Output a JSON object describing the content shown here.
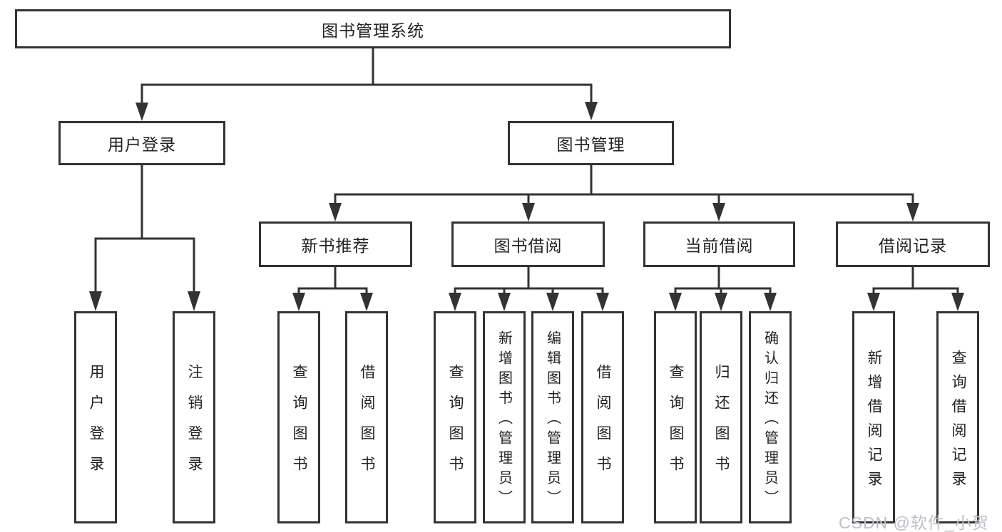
{
  "diagram_title": "图书管理系统",
  "nodes": {
    "root": "图书管理系统",
    "user_login": "用户登录",
    "book_management": "图书管理",
    "new_book_recommend": "新书推荐",
    "book_borrowing": "图书借阅",
    "current_borrowing": "当前借阅",
    "borrowing_records": "借阅记录",
    "leaf_user_login": "用户登录",
    "leaf_logout": "注销登录",
    "recommend_query_books": "查询图书",
    "recommend_borrow_books": "借阅图书",
    "borrowing_query_books": "查询图书",
    "borrowing_add_books": "新增图书（管理员）",
    "borrowing_edit_books": "编辑图书（管理员）",
    "borrowing_borrow_books": "借阅图书",
    "current_query_books": "查询图书",
    "current_return_books": "归还图书",
    "current_confirm_return": "确认归还（管理员）",
    "records_add_record": "新增借阅记录",
    "records_query_record": "查询借阅记录"
  },
  "watermark": "CSDN @软件_小贺同学",
  "colors": {
    "line": "#333333",
    "box_border": "#333333",
    "box_background": "#ffffff",
    "text": "#222222",
    "watermark": "#bdc0c6",
    "page_background": "#ffffff"
  }
}
